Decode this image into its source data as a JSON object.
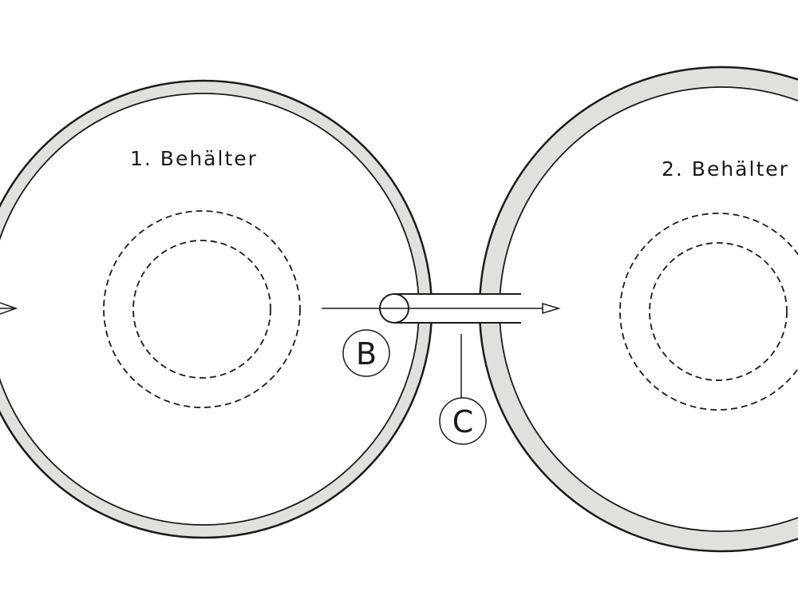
{
  "diagram": {
    "tanks": [
      {
        "label": "1. Behälter"
      },
      {
        "label": "2. Behälter"
      }
    ],
    "callouts": [
      {
        "letter": "B"
      },
      {
        "letter": "C"
      }
    ],
    "colors": {
      "wall_fill": "#e1e0dc",
      "stroke": "#1a1a1a",
      "background": "#ffffff"
    }
  }
}
